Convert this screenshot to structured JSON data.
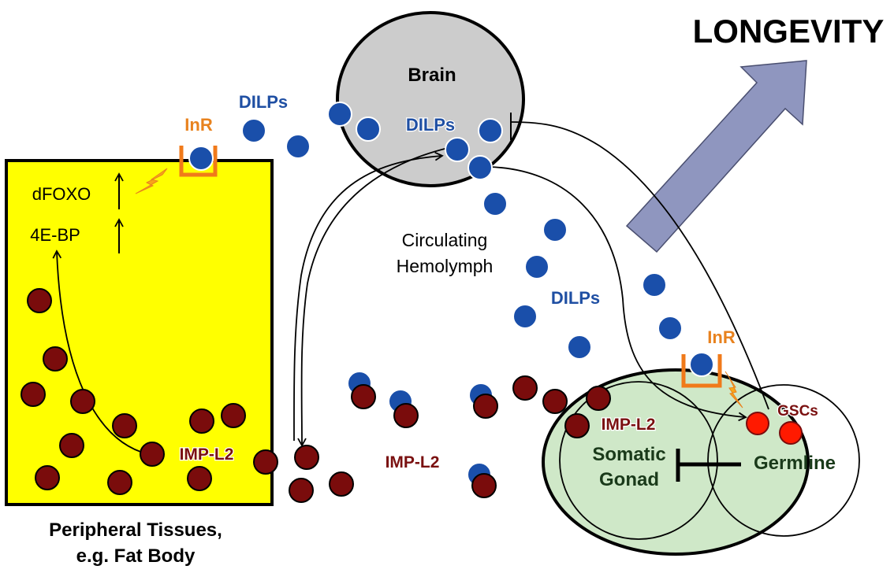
{
  "title": "LONGEVITY",
  "labels": {
    "brain": "Brain",
    "dilps_top": "DILPs",
    "dilps_brain": "DILPs",
    "dilps_mid": "DILPs",
    "inr_top": "InR",
    "inr_gonad": "InR",
    "dfoxo": "dFOXO",
    "fourebp": "4E-BP",
    "circulating_1": "Circulating",
    "circulating_2": "Hemolymph",
    "impl2_tissue": "IMP-L2",
    "impl2_hemolymph": "IMP-L2",
    "impl2_gonad": "IMP-L2",
    "somatic_1": "Somatic",
    "somatic_2": "Gonad",
    "germline": "Germline",
    "gscs": "GSCs",
    "peripheral_1": "Peripheral Tissues,",
    "peripheral_2": "e.g. Fat Body",
    "up_arrow": "↑"
  },
  "colors": {
    "tissue_fill": "#ffff00",
    "brain_fill": "#cccccc",
    "gonad_fill": "#cfe8c8",
    "dilp_blue": "#1a4faa",
    "impl2_red": "#7a0c0c",
    "gsc_red": "#ff1a00",
    "inr_orange": "#f07a1a",
    "longevity_arrow": "#8f96bf"
  }
}
